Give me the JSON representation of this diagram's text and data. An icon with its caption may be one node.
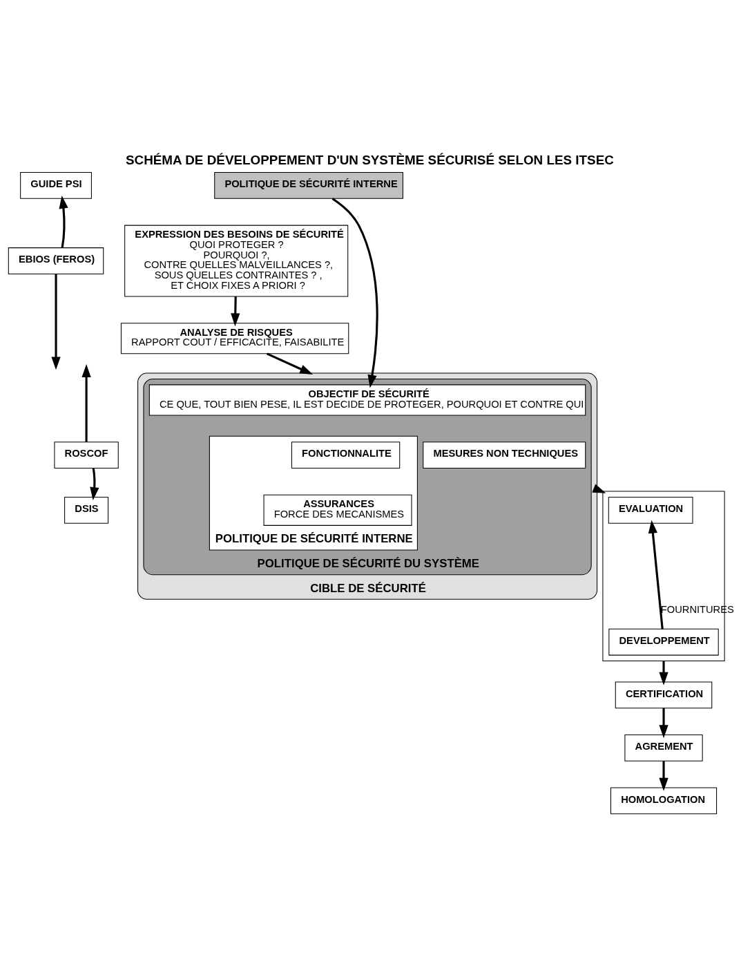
{
  "diagram": {
    "title": "SCHÉMA DE DÉVELOPPEMENT D'UN SYSTÈME SÉCURISÉ SELON LES ITSEC",
    "nodes": [
      {
        "text": [
          "GUIDE PSI"
        ]
      },
      {
        "text": [
          "EBIOS (FEROS)"
        ]
      },
      {
        "text": [
          "ROSCOF"
        ]
      },
      {
        "text": [
          "DSIS"
        ]
      },
      {
        "text": [
          "POLITIQUE DE SÉCURITÉ INTERNE"
        ]
      },
      {
        "text": [
          "EXPRESSION DES BESOINS DE SÉCURITÉ",
          "QUOI PROTEGER ?",
          "POURQUOI ?,",
          "CONTRE QUELLES MALVEILLANCES ?,",
          "SOUS QUELLES CONTRAINTES ? ,",
          "ET CHOIX FIXES A PRIORI ?"
        ]
      },
      {
        "text": [
          "ANALYSE DE RISQUES",
          "RAPPORT COUT / EFFICACITE, FAISABILITE"
        ]
      },
      {
        "text": [
          "CIBLE DE SÉCURITÉ"
        ]
      },
      {
        "text": [
          "POLITIQUE DE SÉCURITÉ DU SYSTÈME"
        ],
        "in": 7
      },
      {
        "text": [
          "OBJECTIF DE SÉCURITÉ",
          "CE QUE, TOUT BIEN PESE, IL EST DECIDE DE PROTEGER, POURQUOI ET CONTRE QUI"
        ],
        "in": 8
      },
      {
        "text": [
          "POLITIQUE DE SÉCURITÉ INTERNE"
        ],
        "in": 8
      },
      {
        "text": [
          "FONCTIONNALITE"
        ],
        "in": 10
      },
      {
        "text": [
          "ASSURANCES",
          "FORCE DES MECANISMES"
        ],
        "in": 10
      },
      {
        "text": [
          "MESURES NON TECHNIQUES"
        ],
        "in": 8
      },
      {
        "text": [],
        "shape": "box"
      },
      {
        "text": [
          "EVALUATION"
        ],
        "in": 14
      },
      {
        "text": [
          "DEVELOPPEMENT"
        ],
        "in": 14
      },
      {
        "text": [
          "CERTIFICATION"
        ]
      },
      {
        "text": [
          "AGREMENT"
        ]
      },
      {
        "text": [
          "HOMOLOGATION"
        ]
      }
    ],
    "edges": [
      {
        "from": 1,
        "to": 0,
        "arrow": "to"
      },
      {
        "from": 1,
        "to": null,
        "arrow": "to"
      },
      {
        "from": 2,
        "to": null,
        "arrow": "to"
      },
      {
        "from": 2,
        "to": 3,
        "arrow": "to"
      },
      {
        "from": 4,
        "to": 9,
        "arrow": "to"
      },
      {
        "from": 5,
        "to": 6,
        "arrow": "to"
      },
      {
        "from": 6,
        "to": 7,
        "arrow": "to"
      },
      {
        "from": 7,
        "to": 14,
        "arrow": "to"
      },
      {
        "from": 16,
        "to": 15,
        "arrow": "to",
        "label": "FOURNITURES"
      },
      {
        "from": 14,
        "to": 17,
        "arrow": "to"
      },
      {
        "from": 17,
        "to": 18,
        "arrow": "to"
      },
      {
        "from": 18,
        "to": 19,
        "arrow": "to"
      }
    ]
  }
}
